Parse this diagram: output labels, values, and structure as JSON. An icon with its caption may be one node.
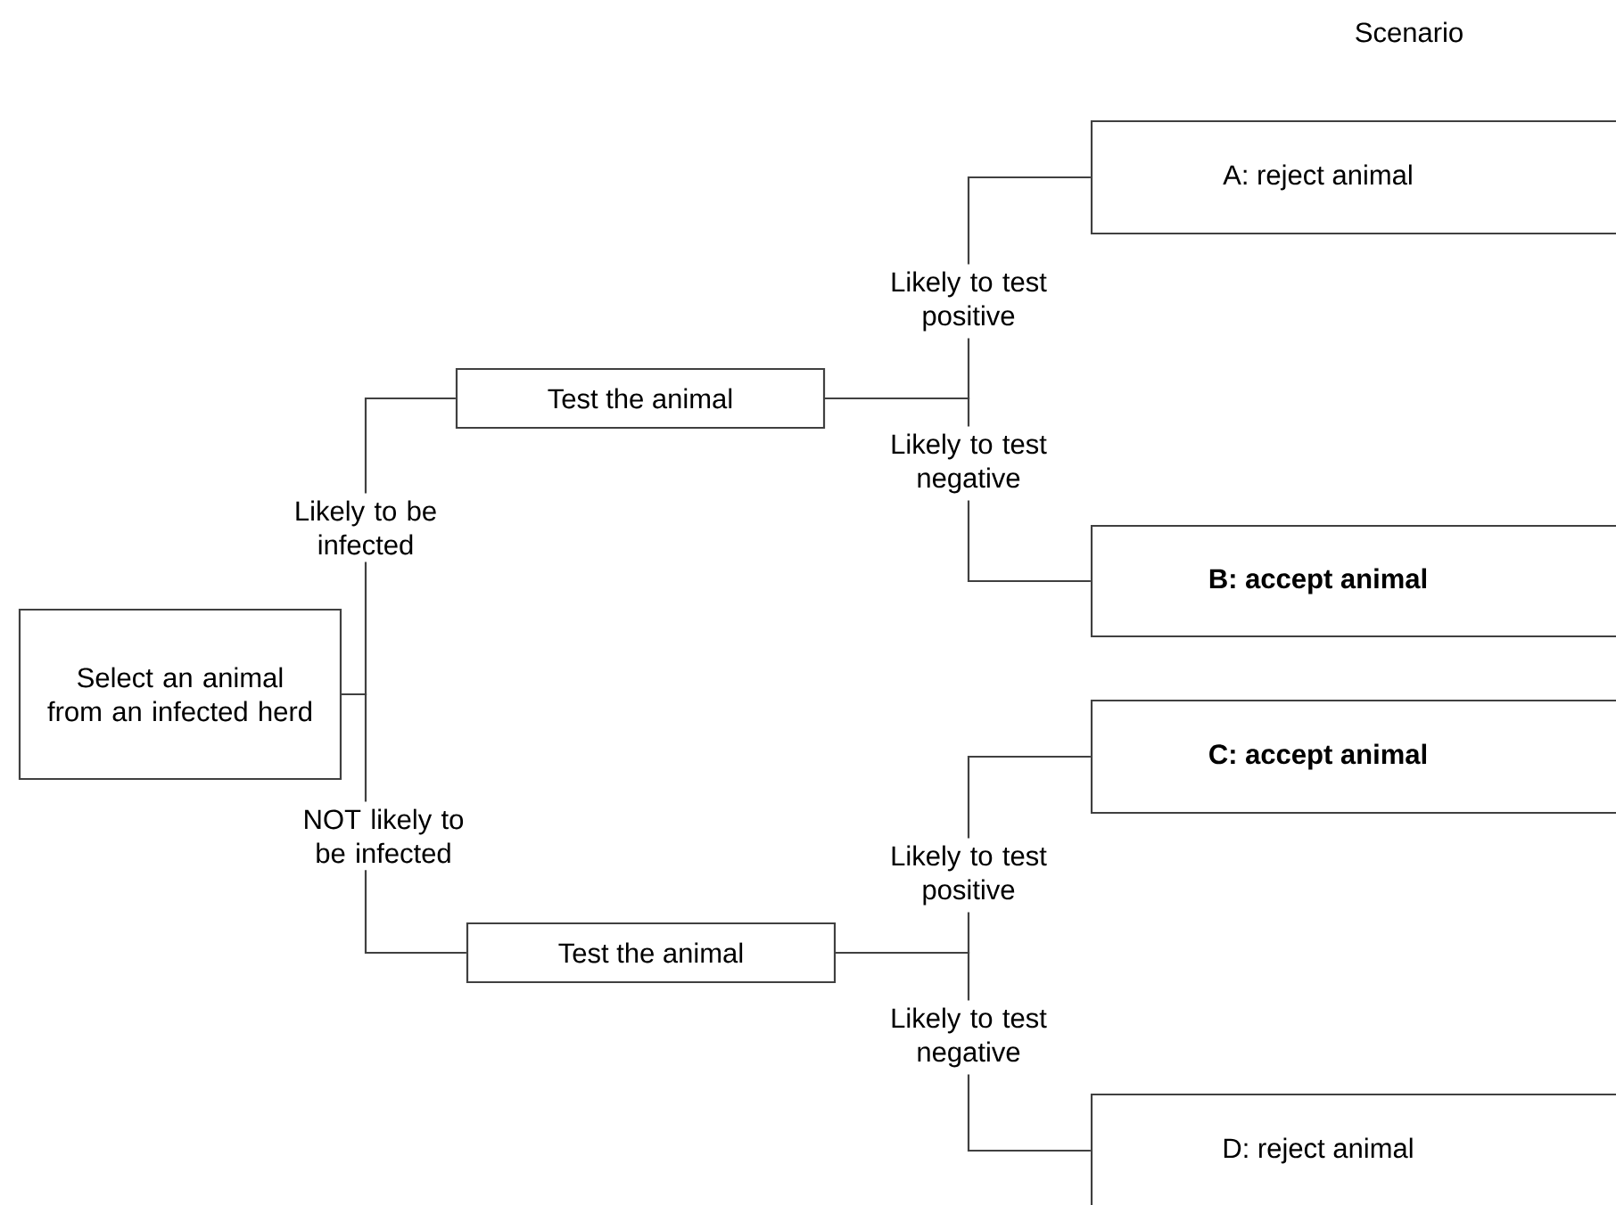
{
  "diagram": {
    "title": "Scenario",
    "nodes": [
      {
        "text": [
          "Select an animal from an infected herd"
        ]
      },
      {
        "text": [
          "Test the animal"
        ]
      },
      {
        "text": [
          "Test the animal"
        ]
      },
      {
        "text": [
          "A: reject animal"
        ]
      },
      {
        "text": [
          "B: accept animal"
        ]
      },
      {
        "text": [
          "C: accept animal"
        ]
      },
      {
        "text": [
          "D: reject animal"
        ]
      }
    ],
    "edges": [
      {
        "from": 0,
        "to": 1,
        "arrow": "none",
        "label": "Likely to be infected"
      },
      {
        "from": 0,
        "to": 2,
        "arrow": "none",
        "label": "NOT likely to be infected"
      },
      {
        "from": 1,
        "to": 3,
        "arrow": "none",
        "label": "Likely to test positive"
      },
      {
        "from": 1,
        "to": 4,
        "arrow": "none",
        "label": "Likely to test negative"
      },
      {
        "from": 2,
        "to": 5,
        "arrow": "none",
        "label": "Likely to test positive"
      },
      {
        "from": 2,
        "to": 6,
        "arrow": "none",
        "label": "Likely to test negative"
      }
    ]
  }
}
